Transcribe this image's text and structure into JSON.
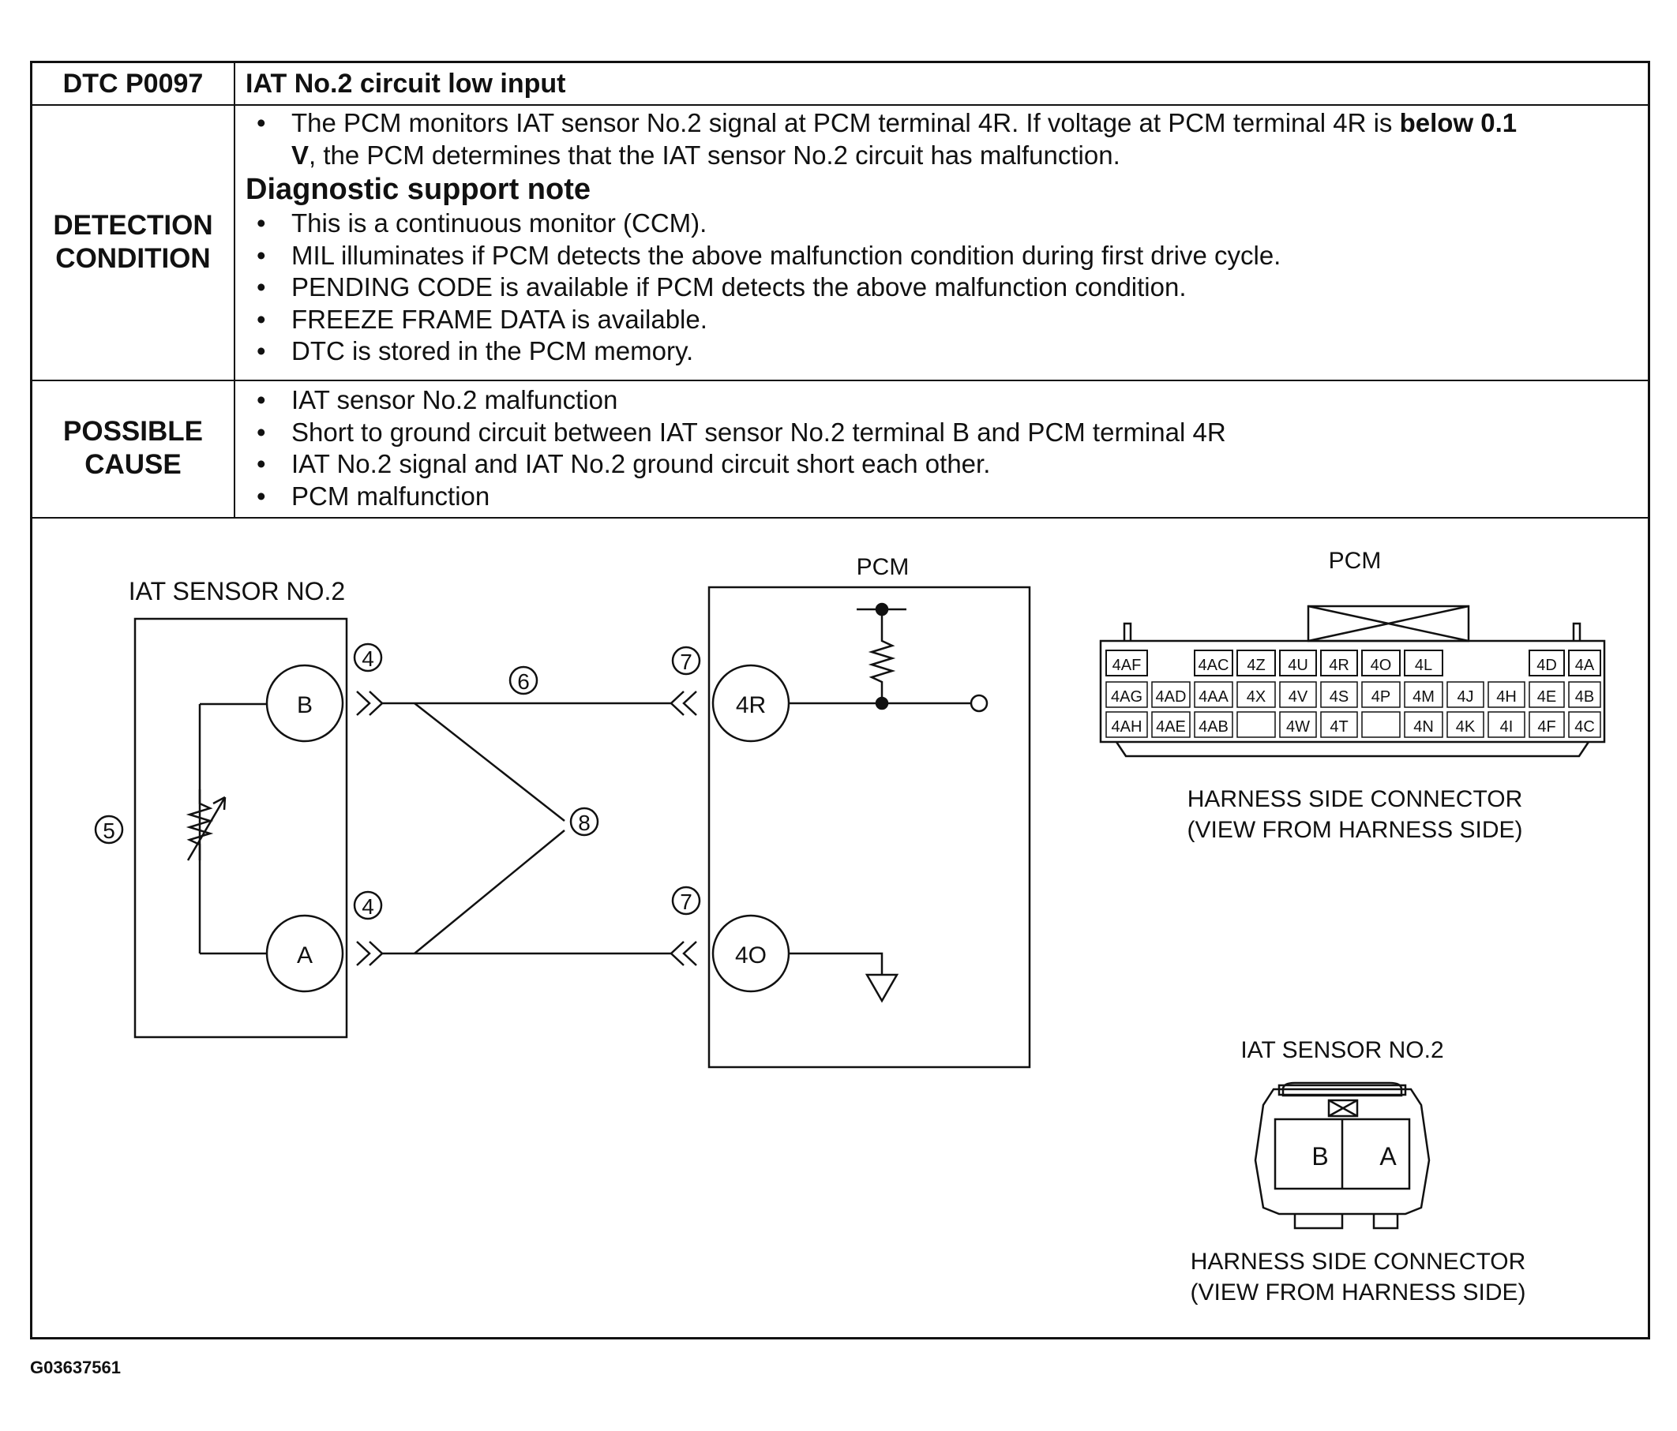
{
  "header": {
    "code": "DTC P0097",
    "title": "IAT No.2 circuit low input"
  },
  "detection": {
    "label_line1": "DETECTION",
    "label_line2": "CONDITION",
    "monitor_text_a": "The PCM monitors IAT sensor No.2 signal at PCM terminal 4R. If voltage at PCM terminal 4R is ",
    "monitor_bold_a": "below 0.1",
    "monitor_bold_b": "V",
    "monitor_text_b": ", the PCM determines that the IAT sensor No.2 circuit has malfunction.",
    "note_heading": "Diagnostic support note",
    "notes": [
      "This is a continuous monitor (CCM).",
      "MIL illuminates if PCM detects the above malfunction condition during first drive cycle.",
      "PENDING CODE is available if PCM detects the above malfunction condition.",
      "FREEZE FRAME DATA is available.",
      "DTC is stored in the PCM memory."
    ]
  },
  "cause": {
    "label_line1": "POSSIBLE",
    "label_line2": "CAUSE",
    "items": [
      "IAT sensor No.2 malfunction",
      "Short to ground circuit between IAT sensor No.2 terminal B and PCM terminal 4R",
      "IAT No.2 signal and IAT No.2 ground circuit short each other.",
      "PCM malfunction"
    ]
  },
  "schematic": {
    "sensor_title": "IAT SENSOR NO.2",
    "pcm_title": "PCM",
    "sensor_terminal_b": "B",
    "sensor_terminal_a": "A",
    "pcm_terminal_upper": "4R",
    "pcm_terminal_lower": "4O",
    "callouts": {
      "c4": "4",
      "c5": "5",
      "c6": "6",
      "c7": "7",
      "c8": "8"
    }
  },
  "pcm_connector": {
    "title": "PCM",
    "row1": [
      "4AF",
      "4AC",
      "4Z",
      "4U",
      "4R",
      "4O",
      "4L",
      "4D",
      "4A"
    ],
    "row2": [
      "4AG",
      "4AD",
      "4AA",
      "4X",
      "4V",
      "4S",
      "4P",
      "4M",
      "4J",
      "4H",
      "4E",
      "4B"
    ],
    "row3": [
      "4AH",
      "4AE",
      "4AB",
      "",
      "4W",
      "4T",
      "",
      "4N",
      "4K",
      "4I",
      "4F",
      "4C"
    ],
    "caption_line1": "HARNESS SIDE CONNECTOR",
    "caption_line2": "(VIEW FROM HARNESS SIDE)"
  },
  "sensor_connector": {
    "title": "IAT SENSOR NO.2",
    "pin_left": "B",
    "pin_right": "A",
    "caption_line1": "HARNESS SIDE CONNECTOR",
    "caption_line2": "(VIEW FROM HARNESS SIDE)"
  },
  "figure_id": "G03637561"
}
